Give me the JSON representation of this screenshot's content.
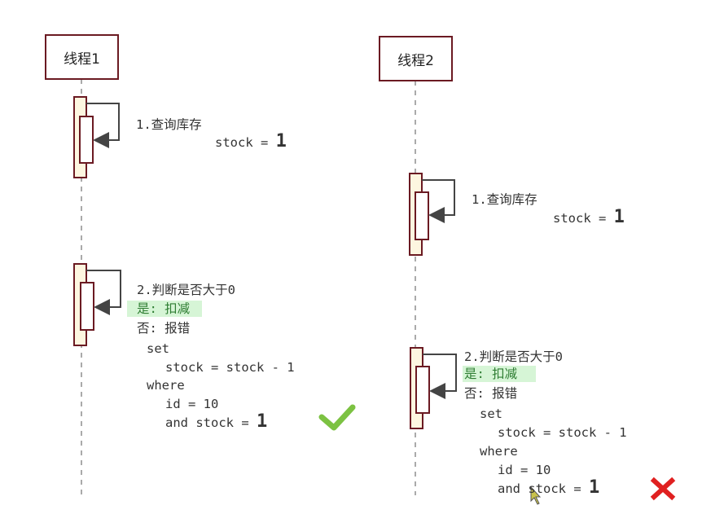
{
  "threads": [
    {
      "title": "线程1",
      "step1": {
        "label": "1.查询库存",
        "stock_prefix": "stock = ",
        "stock_value": "1"
      },
      "step2": {
        "label": "2.判断是否大于0",
        "yes": "是: 扣减",
        "no": "否: 报错",
        "sql": [
          "set",
          "stock = stock - 1",
          "where",
          "id = 10"
        ],
        "last_prefix": "and stock = ",
        "last_value": "1"
      },
      "result_icon": "check-icon",
      "result_color": "#7cc242"
    },
    {
      "title": "线程2",
      "step1": {
        "label": "1.查询库存",
        "stock_prefix": "stock = ",
        "stock_value": "1"
      },
      "step2": {
        "label": "2.判断是否大于0",
        "yes": "是: 扣减",
        "no": "否: 报错",
        "sql": [
          "set",
          "stock = stock - 1",
          "where",
          "id = 10"
        ],
        "last_prefix": "and stock = ",
        "last_value": "1"
      },
      "result_icon": "cross-icon",
      "result_color": "#e02020"
    }
  ],
  "colors": {
    "border": "#6b1a22",
    "activation_fill": "#fdf6e0",
    "highlight": "#d6f5d6"
  }
}
